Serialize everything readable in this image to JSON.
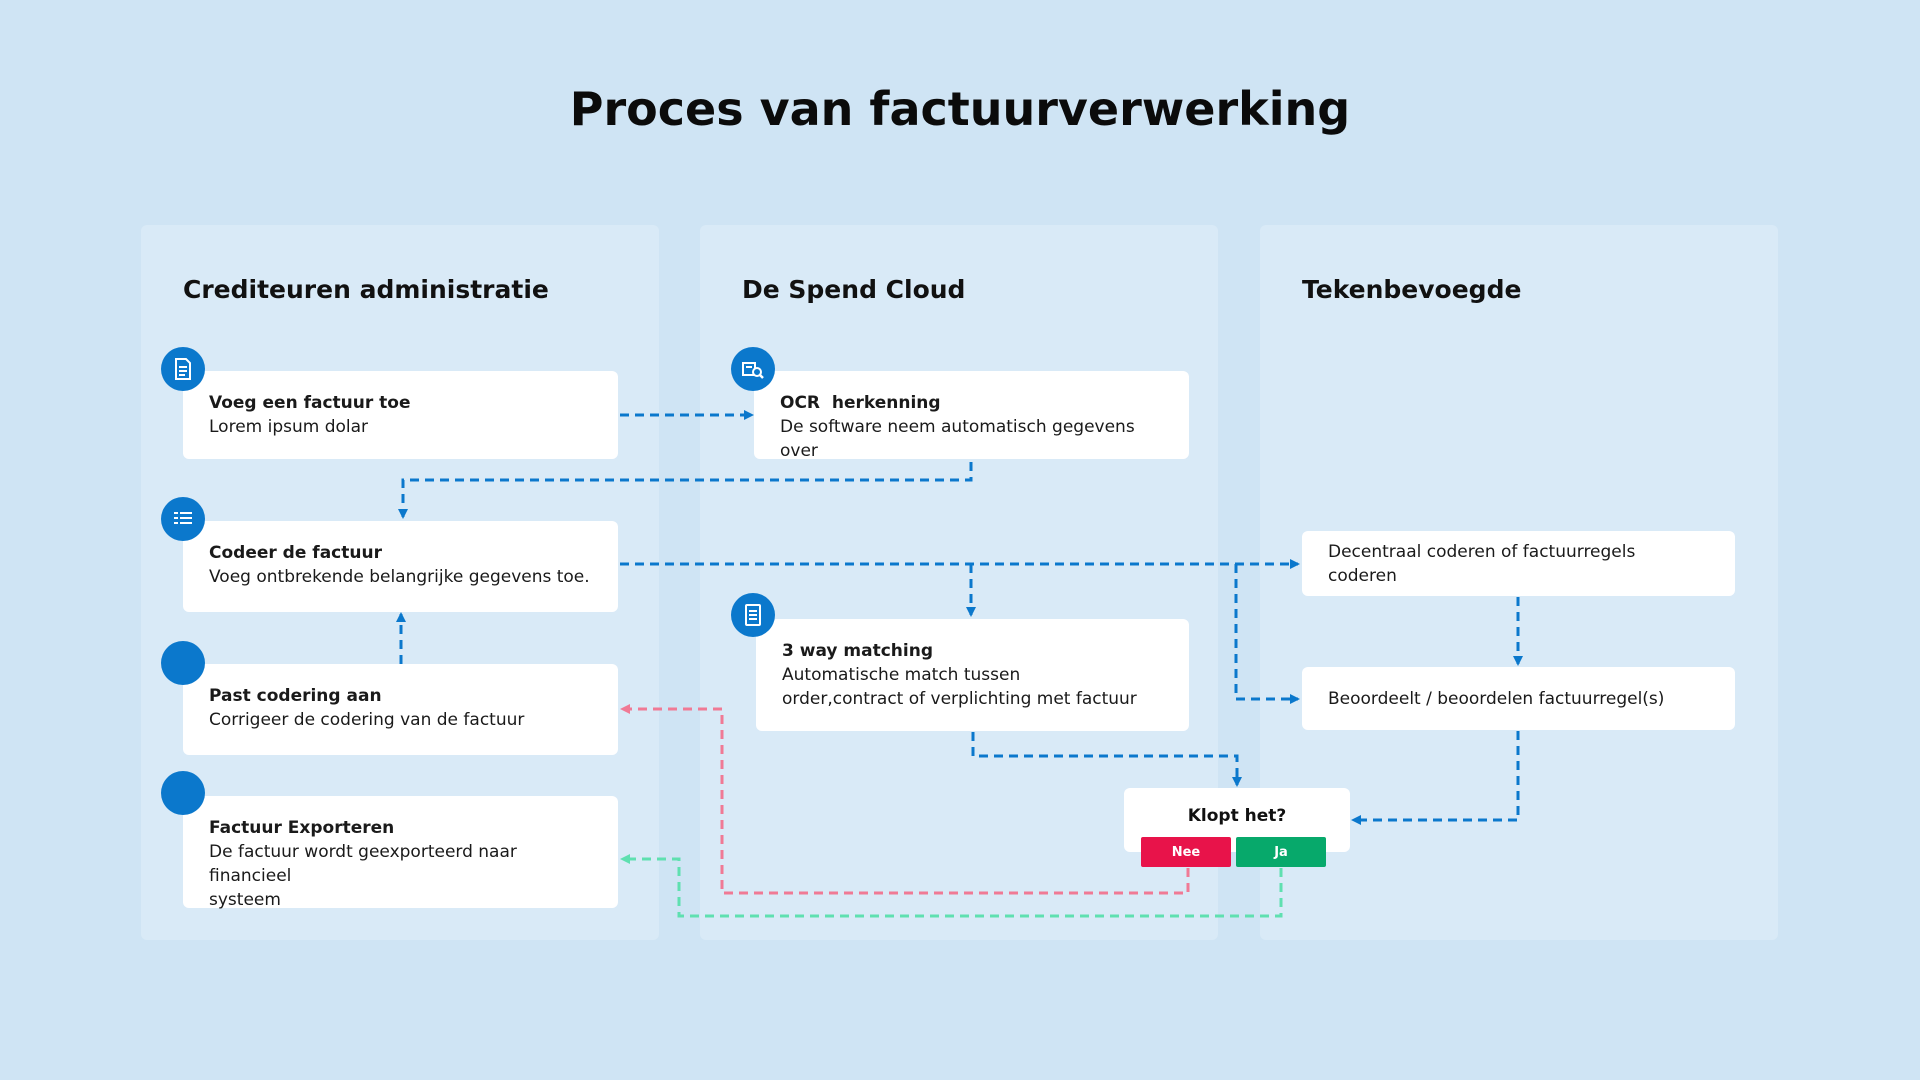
{
  "title": "Proces van factuurverwerking",
  "lanes": [
    {
      "title": "Crediteuren administratie"
    },
    {
      "title": "De Spend Cloud"
    },
    {
      "title": "Tekenbevoegde"
    }
  ],
  "steps": {
    "add_invoice": {
      "title": "Voeg een factuur toe",
      "text": "Lorem ipsum dolar",
      "icon": "document-icon"
    },
    "ocr": {
      "title": "OCR  herkenning",
      "text": "De software neem automatisch gegevens over",
      "icon": "scan-search-icon"
    },
    "code_invoice": {
      "title": "Codeer de factuur",
      "text": "Voeg ontbrekende belangrijke gegevens toe.",
      "icon": "list-icon"
    },
    "adjust_coding": {
      "title": "Past codering aan",
      "text": "Corrigeer de codering van de factuur"
    },
    "export": {
      "title": "Factuur Exporteren",
      "text_line1": "De factuur wordt geexporteerd naar financieel",
      "text_line2": "systeem"
    },
    "three_way": {
      "title": "3 way matching",
      "text_line1": "Automatische match tussen",
      "text_line2": "order,contract of verplichting met factuur",
      "icon": "checklist-icon"
    },
    "decentral": {
      "text": "Decentraal coderen of factuurregels coderen"
    },
    "review": {
      "text": "Beoordeelt / beoordelen factuurregel(s)"
    }
  },
  "decision": {
    "question": "Klopt het?",
    "no_label": "Nee",
    "yes_label": "Ja"
  },
  "colors": {
    "background": "#cfe4f4",
    "lane": "#d9eaf7",
    "accent": "#0b78cc",
    "no": "#e8134a",
    "yes": "#07a96b",
    "no_arrow": "#f07a95",
    "yes_arrow": "#5fe0b0"
  }
}
